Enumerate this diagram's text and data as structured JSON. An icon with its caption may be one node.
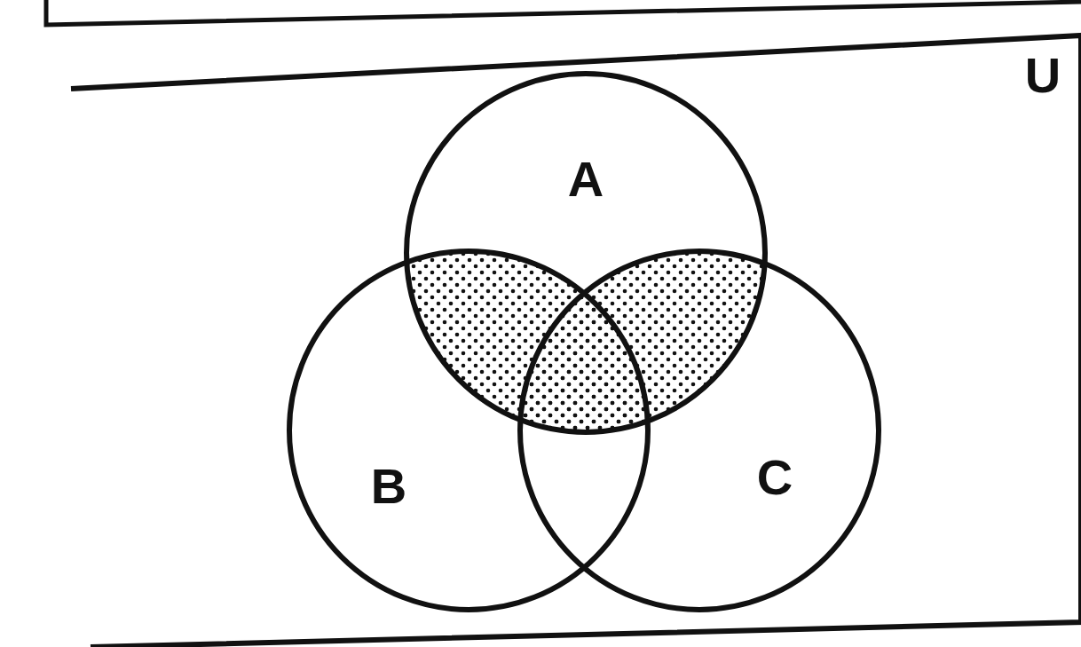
{
  "diagram": {
    "nodes": [
      {
        "text": [
          "U"
        ]
      },
      {
        "text": [
          "A"
        ],
        "in": 0
      },
      {
        "text": [
          "B"
        ],
        "in": 0
      },
      {
        "text": [
          "C"
        ],
        "in": 0
      }
    ],
    "edges": []
  }
}
